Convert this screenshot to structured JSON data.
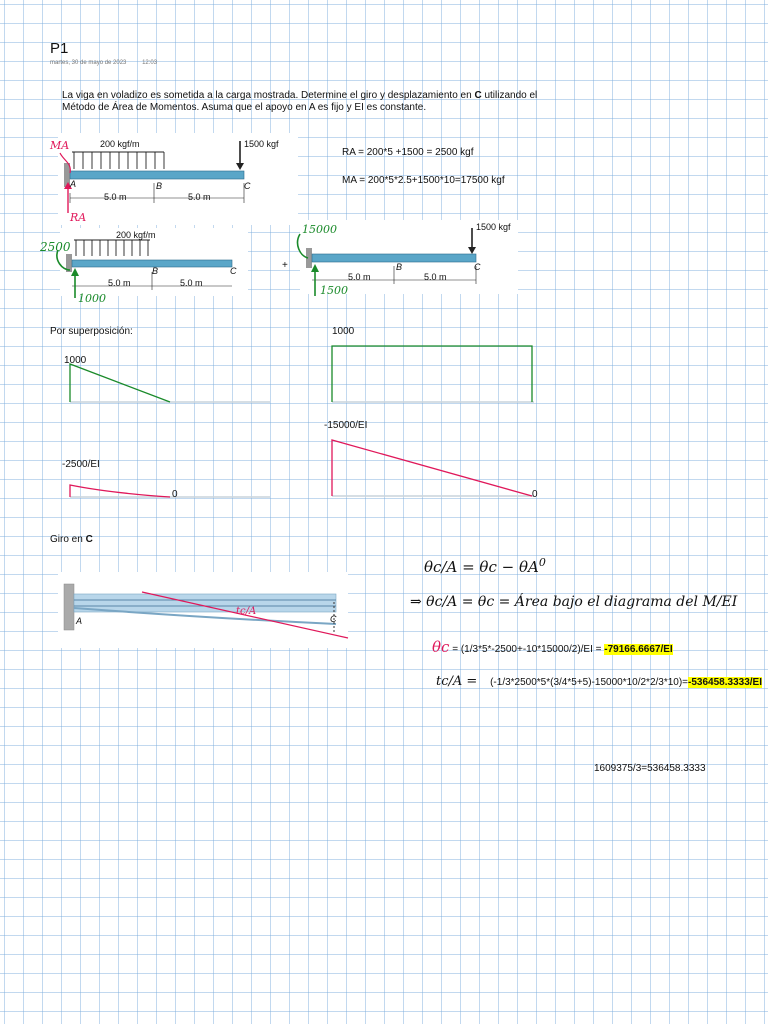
{
  "page": {
    "title": "P1",
    "date": "martes, 30 de mayo de 2023",
    "time": "12:03"
  },
  "problem": {
    "text_a": "La viga en voladizo es sometida a la carga mostrada. Determine el giro y desplazamiento en ",
    "point": "C",
    "text_b": " utilizando el Método de Área de Momentos. Asuma que el apoyo en A es fijo y EI es constante."
  },
  "beam_figure": {
    "dist_load": "200 kgf/m",
    "point_load": "1500 kgf",
    "label_a": "A",
    "label_b": "B",
    "label_c": "C",
    "span1": "5.0 m",
    "span2": "5.0 m",
    "ma_note": "MA",
    "ra_note": "RA"
  },
  "reactions": {
    "ra": "RA = 200*5 +1500  = 2500 kgf",
    "ma": "MA = 200*5*2.5+1500*10=17500 kgf"
  },
  "superposition_beams": {
    "left_moment": "2500",
    "left_force": "1000",
    "plus": "+",
    "right_moment": "15000",
    "right_force": "1500"
  },
  "diagrams": {
    "heading": "Por superposición:",
    "shear_left": "1000",
    "shear_right": "1000",
    "moment_left": "-2500/EI",
    "moment_left_zero": "0",
    "moment_right": "-15000/EI",
    "moment_right_zero": "0"
  },
  "rotation": {
    "heading_a": "Giro en ",
    "heading_b": "C",
    "tangent_label": "tc/A",
    "eq1": "θc/A = θc − θA",
    "eq1_zero": "0",
    "eq2": "⇒ θc/A = θc = Área bajo el diagrama del M/EI",
    "theta_label": "θc",
    "theta_expr": "= (1/3*5*-2500+-10*15000/2)/EI = ",
    "theta_result": "-79166.6667/EI",
    "t_label": "tc/A =",
    "t_expr": "(-1/3*2500*5*(3/4*5+5)-15000*10/2*2/3*10)=",
    "t_result": "-536458.3333/EI",
    "division": "1609375/3=536458.3333"
  },
  "colors": {
    "beam": "#5aa6c8",
    "green": "#1a8a2a",
    "pink": "#e0185a",
    "highlight": "#ffff00",
    "grid": "#78aadc"
  }
}
